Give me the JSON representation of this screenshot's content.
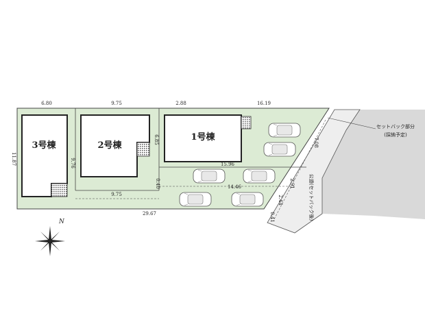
{
  "buildings": [
    {
      "label": "1号棟"
    },
    {
      "label": "2号棟"
    },
    {
      "label": "3号棟"
    }
  ],
  "dimensions": {
    "top_lot3_width": "6.80",
    "top_lot2_width": "9.75",
    "top_lot1_left": "2.88",
    "top_lot1_right": "16.19",
    "lot3_height": "11.87",
    "lot2_height": "9.76",
    "lot1_height": "6.85",
    "lot1_bottom": "15.96",
    "lower_parking": "14.46",
    "lot2_bottom": "9.75",
    "small_gap": "0.40",
    "total_bottom": "29.67",
    "road_side": "7.08",
    "setback_a": "2.91",
    "setback_b": "2.44",
    "setback_c": "0.41"
  },
  "road_label": "公道(セットバック後)",
  "setback_note": {
    "line1": "セットバック部分",
    "line2": "(採納予定)"
  },
  "north_label": "N",
  "colors": {
    "lot_fill": "#dcebd4",
    "road_fill": "#d9d9d9",
    "setback_fill": "#eeeeee",
    "line": "#333333"
  }
}
